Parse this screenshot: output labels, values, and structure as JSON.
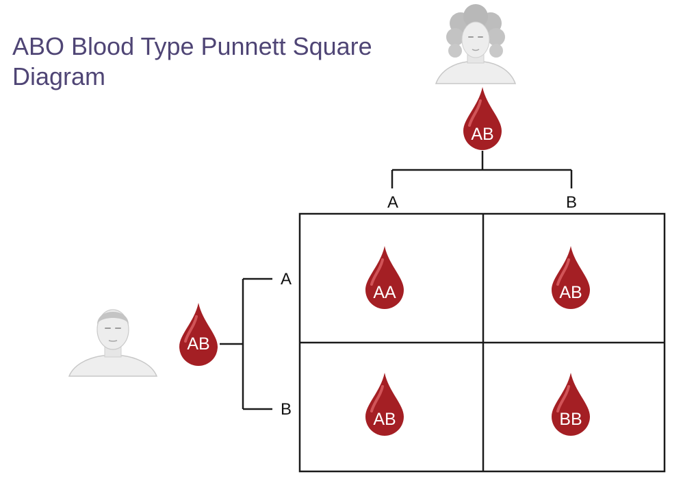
{
  "title": {
    "line1": "ABO Blood Type Punnett Square",
    "line2": "Diagram"
  },
  "icons": {
    "mother": "female-portrait-icon",
    "father": "male-portrait-icon",
    "drop": "blood-drop-icon"
  },
  "colors": {
    "title": "#4f4575",
    "drop": "#a41f24",
    "drop_highlight": "#e0676a",
    "line": "#1a1a1a"
  },
  "mother": {
    "blood_type": "AB",
    "alleles": [
      "A",
      "B"
    ]
  },
  "father": {
    "blood_type": "AB",
    "alleles": [
      "A",
      "B"
    ]
  },
  "offspring": [
    [
      "AA",
      "AB"
    ],
    [
      "AB",
      "BB"
    ]
  ]
}
